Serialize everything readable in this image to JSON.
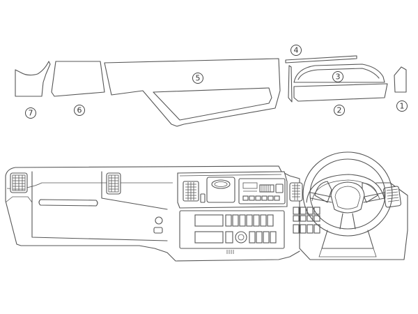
{
  "part_labels": [
    {
      "id": "p1",
      "text": "1"
    },
    {
      "id": "p2",
      "text": "2"
    },
    {
      "id": "p3",
      "text": "3"
    },
    {
      "id": "p4",
      "text": "4"
    },
    {
      "id": "p5",
      "text": "5"
    },
    {
      "id": "p6",
      "text": "6"
    },
    {
      "id": "p7",
      "text": "7"
    }
  ],
  "colors": {
    "line": "#555555",
    "background": "#ffffff"
  }
}
